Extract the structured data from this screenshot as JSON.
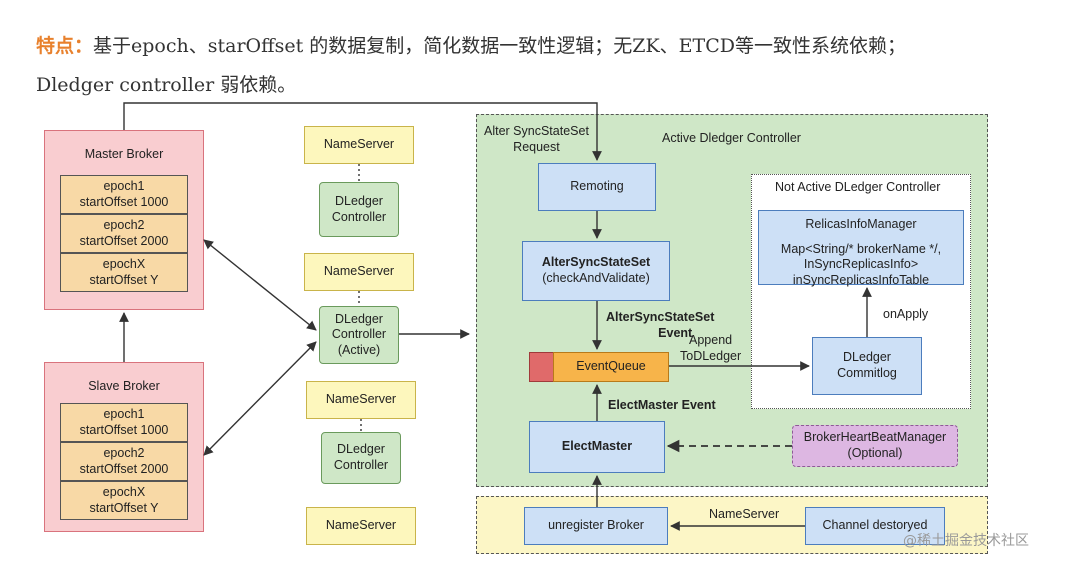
{
  "header": {
    "key": "特点：",
    "line1": "基于epoch、starOffset 的数据复制，简化数据一致性逻辑；无ZK、ETCD等一致性系统依赖；",
    "line2": "Dledger controller 弱依赖。"
  },
  "master_broker": {
    "title": "Master Broker",
    "entries": [
      {
        "l1": "epoch1",
        "l2": "startOffset 1000"
      },
      {
        "l1": "epoch2",
        "l2": "startOffset 2000"
      },
      {
        "l1": "epochX",
        "l2": "startOffset Y"
      }
    ]
  },
  "slave_broker": {
    "title": "Slave Broker",
    "entries": [
      {
        "l1": "epoch1",
        "l2": "startOffset 1000"
      },
      {
        "l1": "epoch2",
        "l2": "startOffset 2000"
      },
      {
        "l1": "epochX",
        "l2": "startOffset Y"
      }
    ]
  },
  "nameservers": [
    "NameServer",
    "NameServer",
    "NameServer",
    "NameServer"
  ],
  "dledger_controllers": [
    {
      "l1": "DLedger",
      "l2": "Controller",
      "l3": ""
    },
    {
      "l1": "DLedger",
      "l2": "Controller",
      "l3": "(Active)"
    },
    {
      "l1": "DLedger",
      "l2": "Controller",
      "l3": ""
    }
  ],
  "active": {
    "title": "Active Dledger Controller",
    "request_l1": "Alter SyncStateSet",
    "request_l2": "Request",
    "remoting": "Remoting",
    "alter_l1": "AlterSyncStateSet",
    "alter_l2": "(checkAndValidate)",
    "event_l1": "AlterSyncStateSet",
    "event_l2": "Event",
    "event_queue": "EventQueue",
    "append_l1": "Append",
    "append_l2": "ToDLedger",
    "elect_event": "ElectMaster Event",
    "elect_master": "ElectMaster"
  },
  "not_active": {
    "title": "Not Active DLedger Controller",
    "relicas_title": "RelicasInfoManager",
    "map_l1": "Map<String/* brokerName */,",
    "map_l2": "InSyncReplicasInfo>",
    "map_l3": "inSyncReplicasInfoTable",
    "on_apply": "onApply",
    "commit_l1": "DLedger",
    "commit_l2": "Commitlog"
  },
  "heartbeat": {
    "l1": "BrokerHeartBeatManager",
    "l2": "(Optional)"
  },
  "bottom": {
    "unregister": "unregister Broker",
    "nameserver": "NameServer",
    "channel": "Channel destoryed"
  },
  "watermark": "@稀土掘金技术社区",
  "colors": {
    "broker_fill": "#f9cdd0",
    "broker_border": "#d9737d",
    "epoch_fill": "#f8d9a6",
    "nameserver_fill": "#fdf7bd",
    "controller_fill": "#cfe7c7",
    "active_region": "#cfe7c7",
    "manager_fill": "#cde0f6",
    "queue_fill": "#f7b44a",
    "queue_head": "#e06a6a",
    "heartbeat_fill": "#ddb7e2",
    "bottom_region": "#fcf6c6",
    "accent": "#e8812d"
  }
}
